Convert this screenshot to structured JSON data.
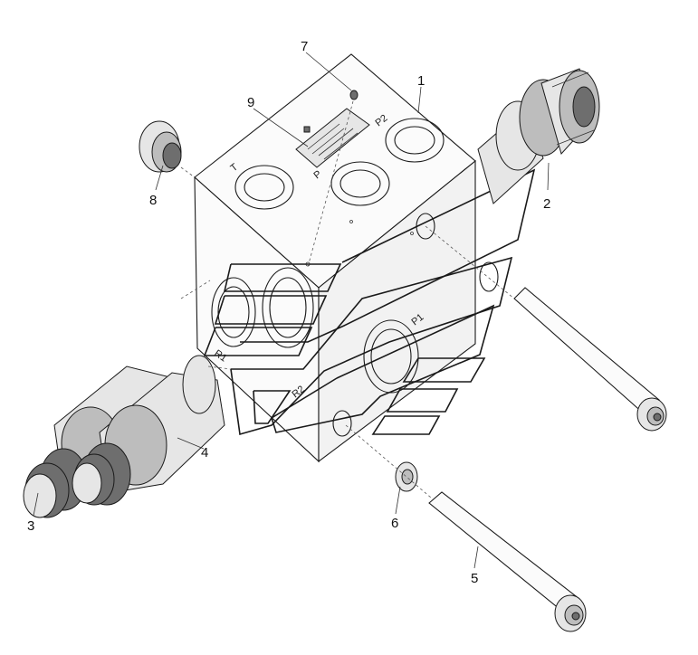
{
  "callouts": {
    "c1": "1",
    "c2": "2",
    "c3": "3",
    "c4": "4",
    "c5": "5",
    "c6": "6",
    "c7": "7",
    "c8": "8",
    "c9": "9"
  },
  "port_labels": {
    "top_t": "T",
    "top_p": "P",
    "top_p2": "P2",
    "side_p1": "P1",
    "side_r2": "R2",
    "left_r1": "R1"
  }
}
